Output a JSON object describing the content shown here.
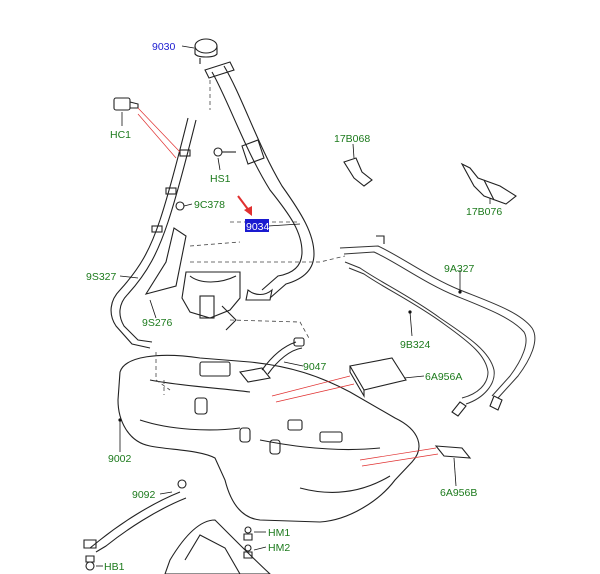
{
  "labels": {
    "l9030": "9030",
    "lHC1": "HC1",
    "lHS1": "HS1",
    "l17B068": "17B068",
    "l17B076": "17B076",
    "l9C378": "9C378",
    "l9034": "9034",
    "l9S327": "9S327",
    "l9A327": "9A327",
    "l9S276": "9S276",
    "l9B324": "9B324",
    "l9047": "9047",
    "l6A956A": "6A956A",
    "l9002": "9002",
    "l9092": "9092",
    "l6A956B": "6A956B",
    "lHM1": "HM1",
    "lHM2": "HM2",
    "lHB1": "HB1"
  },
  "colors": {
    "label_green": "#1c7a1c",
    "label_blue": "#1a1ad0",
    "highlight_box": "#1a1ad0",
    "pointer_red": "#e03030"
  }
}
